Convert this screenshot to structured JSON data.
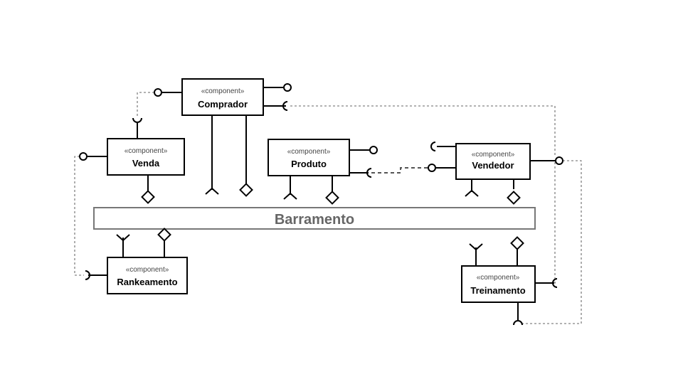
{
  "bus": {
    "label": "Barramento"
  },
  "components": [
    {
      "id": "comprador",
      "stereotype": "«component»",
      "name": "Comprador"
    },
    {
      "id": "venda",
      "stereotype": "«component»",
      "name": "Venda"
    },
    {
      "id": "produto",
      "stereotype": "«component»",
      "name": "Produto"
    },
    {
      "id": "vendedor",
      "stereotype": "«component»",
      "name": "Vendedor"
    },
    {
      "id": "rankeamento",
      "stereotype": "«component»",
      "name": "Rankeamento"
    },
    {
      "id": "treinamento",
      "stereotype": "«component»",
      "name": "Treinamento"
    }
  ]
}
